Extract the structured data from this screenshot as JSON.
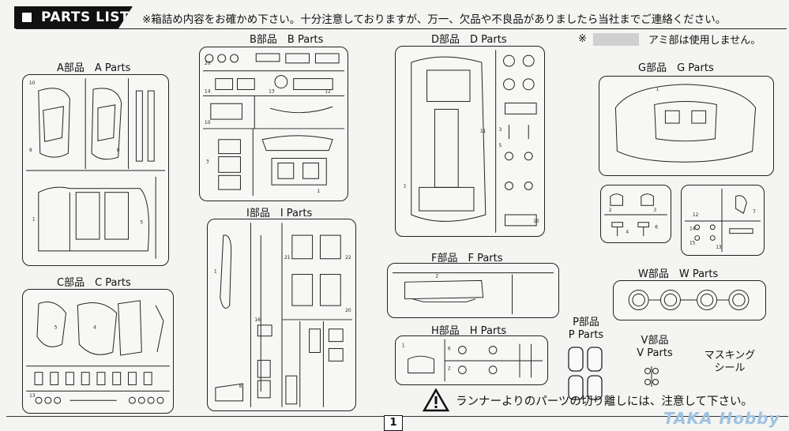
{
  "header": {
    "title": "PARTS LIST",
    "note": "※箱詰め内容をお確かめ下さい。十分注意しておりますが、万一、欠品や不良品がありましたら当社までご連絡ください。",
    "mesh_note_mark": "※",
    "mesh_note": "アミ部は使用しません。"
  },
  "parts": {
    "A": {
      "label": "A部品　A Parts"
    },
    "B": {
      "label": "B部品　B Parts"
    },
    "C": {
      "label": "C部品　C Parts"
    },
    "D": {
      "label": "D部品　D Parts"
    },
    "F": {
      "label": "F部品　F Parts"
    },
    "G": {
      "label": "G部品　G Parts"
    },
    "H": {
      "label": "H部品　H Parts"
    },
    "I": {
      "label": "I部品　I Parts"
    },
    "P": {
      "label_jp": "P部品",
      "label_en": "P Parts"
    },
    "V": {
      "label_jp": "V部品",
      "label_en": "V Parts"
    },
    "W": {
      "label": "W部品　W Parts"
    },
    "mask": {
      "line1": "マスキング",
      "line2": "シール"
    }
  },
  "warning": "ランナーよりのパーツの切り離しには、注意して下さい。",
  "page_number": "1",
  "watermark": "TAKA Hobby",
  "colors": {
    "ink": "#111111",
    "paper": "#f4f4f2",
    "mesh": "#d0d0d0",
    "watermark": "#9ec3e2"
  }
}
